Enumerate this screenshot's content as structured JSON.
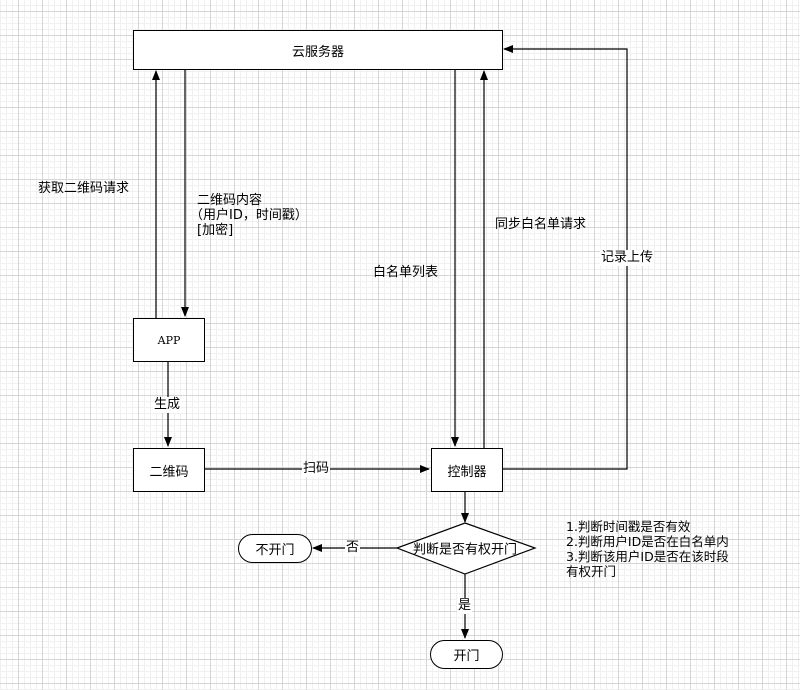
{
  "nodes": {
    "cloud_server": "云服务器",
    "app": "APP",
    "qr_code": "二维码",
    "controller": "控制器",
    "decision": "判断是否有权开门",
    "no_open": "不开门",
    "open": "开门"
  },
  "edges": {
    "get_qr_request": "获取二维码请求",
    "qr_content_line1": "二维码内容",
    "qr_content_line2": "（用户ID，时间戳）",
    "qr_content_line3": "[加密]",
    "whitelist": "白名单列表",
    "sync_whitelist_request": "同步白名单请求",
    "record_upload": "记录上传",
    "generate": "生成",
    "scan": "扫码",
    "no": "否",
    "yes": "是"
  },
  "notes": {
    "lines": [
      "1.判断时间戳是否有效",
      "2.判断用户ID是否在白名单内",
      "3.判断该用户ID是否在该时段",
      "有权开门"
    ]
  }
}
